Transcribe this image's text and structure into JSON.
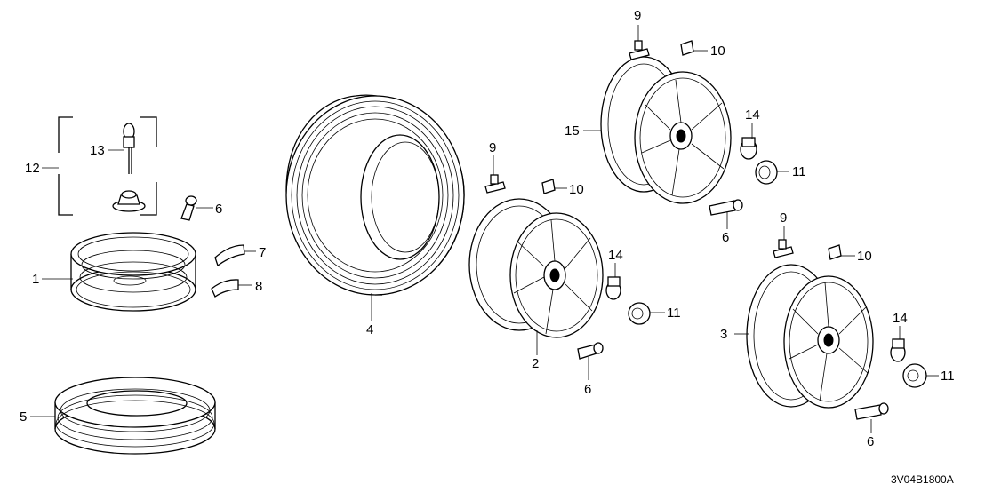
{
  "callouts": {
    "c1": "1",
    "c2": "2",
    "c3": "3",
    "c4": "4",
    "c5": "5",
    "c6a": "6",
    "c6b": "6",
    "c6c": "6",
    "c6d": "6",
    "c7": "7",
    "c8": "8",
    "c9a": "9",
    "c9b": "9",
    "c9c": "9",
    "c10a": "10",
    "c10b": "10",
    "c10c": "10",
    "c11a": "11",
    "c11b": "11",
    "c11c": "11",
    "c12": "12",
    "c13": "13",
    "c14a": "14",
    "c14b": "14",
    "c14c": "14",
    "c15": "15"
  },
  "diagram_code": "3V04B1800A"
}
